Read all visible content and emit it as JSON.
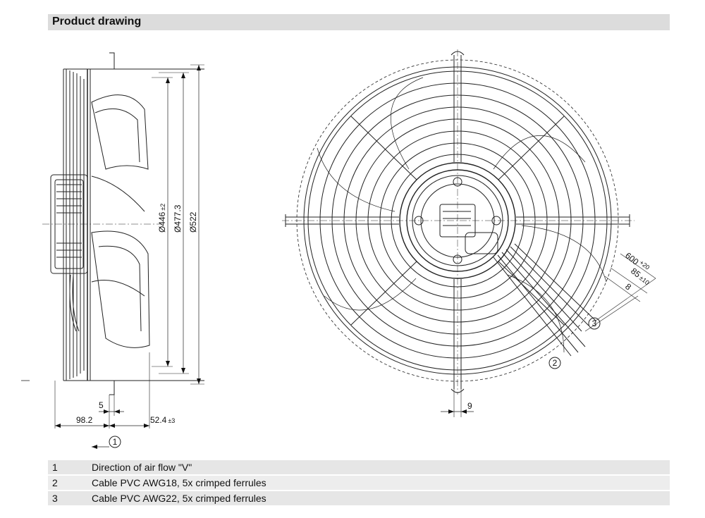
{
  "header": {
    "title": "Product drawing"
  },
  "dimensions": {
    "d446": "Ø446",
    "d446_tol": "±2",
    "d477": "Ø477.3",
    "d522": "Ø522",
    "d5": "5",
    "d98": "98.2",
    "d52": "52.4",
    "d52_tol": "±3",
    "d9": "9",
    "d600": "600",
    "d600_tol": "+20",
    "d85": "85",
    "d85_tol": "±10",
    "d8": "8"
  },
  "callouts": {
    "c1": "1",
    "c2": "2",
    "c3": "3"
  },
  "legend": [
    {
      "num": "1",
      "text": "Direction of air flow \"V\""
    },
    {
      "num": "2",
      "text": "Cable PVC AWG18, 5x crimped ferrules"
    },
    {
      "num": "3",
      "text": "Cable PVC AWG22, 5x crimped ferrules"
    }
  ]
}
